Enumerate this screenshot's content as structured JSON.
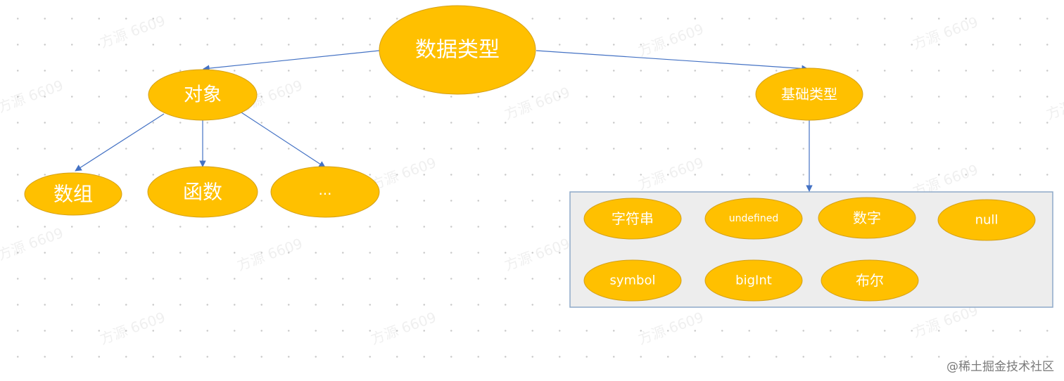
{
  "diagram": {
    "root": "数据类型",
    "object": "对象",
    "primitive": "基础类型",
    "object_children": [
      "数组",
      "函数",
      "..."
    ],
    "primitive_children": [
      "字符串",
      "undefined",
      "数字",
      "null",
      "symbol",
      "bigInt",
      "布尔"
    ]
  },
  "watermark": "方源 6609",
  "footer": "@稀土掘金技术社区",
  "colors": {
    "node_fill": "#FFC000",
    "node_stroke": "#D4A017",
    "edge": "#4472C4",
    "group_fill": "#EDEDED",
    "group_stroke": "#8EA9C8"
  }
}
